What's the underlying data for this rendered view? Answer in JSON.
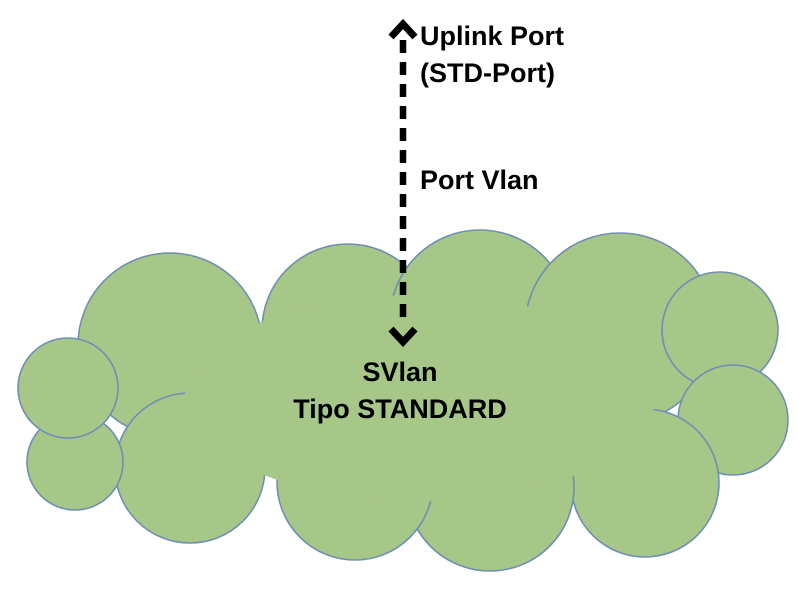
{
  "diagram": {
    "labels": {
      "uplink_line1": "Uplink Port",
      "uplink_line2": "(STD-Port)",
      "port_vlan": "Port Vlan",
      "cloud_line1": "SVlan",
      "cloud_line2": "Tipo STANDARD"
    },
    "colors": {
      "background": "#ffffff",
      "cloud_fill": "#a7c789",
      "cloud_stroke": "#6e8fb3",
      "arrow": "#000000",
      "text": "#000000"
    },
    "arrow": {
      "style": "dashed",
      "direction": "double-headed-vertical"
    }
  }
}
